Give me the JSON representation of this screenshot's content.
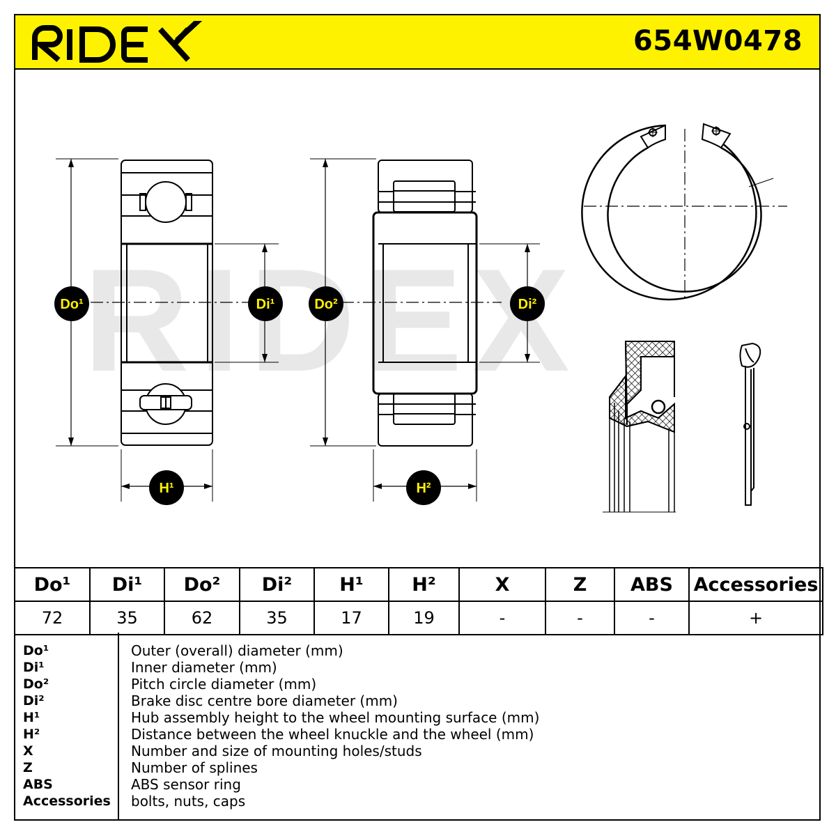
{
  "header": {
    "brand": "RIDEX",
    "part_number": "654W0478",
    "background_color": "#fff200"
  },
  "drawing": {
    "watermark": "RIDEX",
    "badges": {
      "do1": "Do¹",
      "di1": "Di¹",
      "do2": "Do²",
      "di2": "Di²",
      "h1": "H¹",
      "h2": "H²"
    },
    "badge_text_color": "#fff200",
    "badge_fill_color": "#000000"
  },
  "spec_table": {
    "headers": [
      "Do¹",
      "Di¹",
      "Do²",
      "Di²",
      "H¹",
      "H²",
      "X",
      "Z",
      "ABS",
      "Accessories"
    ],
    "values": [
      "72",
      "35",
      "62",
      "35",
      "17",
      "19",
      "-",
      "-",
      "-",
      "+"
    ]
  },
  "legend": [
    {
      "abbr": "Do¹",
      "desc": "Outer (overall) diameter (mm)"
    },
    {
      "abbr": "Di¹",
      "desc": "Inner diameter (mm)"
    },
    {
      "abbr": "Do²",
      "desc": "Pitch circle diameter (mm)"
    },
    {
      "abbr": "Di²",
      "desc": "Brake disc centre bore diameter (mm)"
    },
    {
      "abbr": "H¹",
      "desc": "Hub assembly height to the wheel mounting surface (mm)"
    },
    {
      "abbr": "H²",
      "desc": "Distance between the wheel knuckle and the wheel (mm)"
    },
    {
      "abbr": "X",
      "desc": "Number and size of mounting holes/studs"
    },
    {
      "abbr": "Z",
      "desc": "Number of splines"
    },
    {
      "abbr": "ABS",
      "desc": "ABS sensor ring"
    },
    {
      "abbr": "Accessories",
      "desc": "bolts, nuts, caps"
    }
  ]
}
